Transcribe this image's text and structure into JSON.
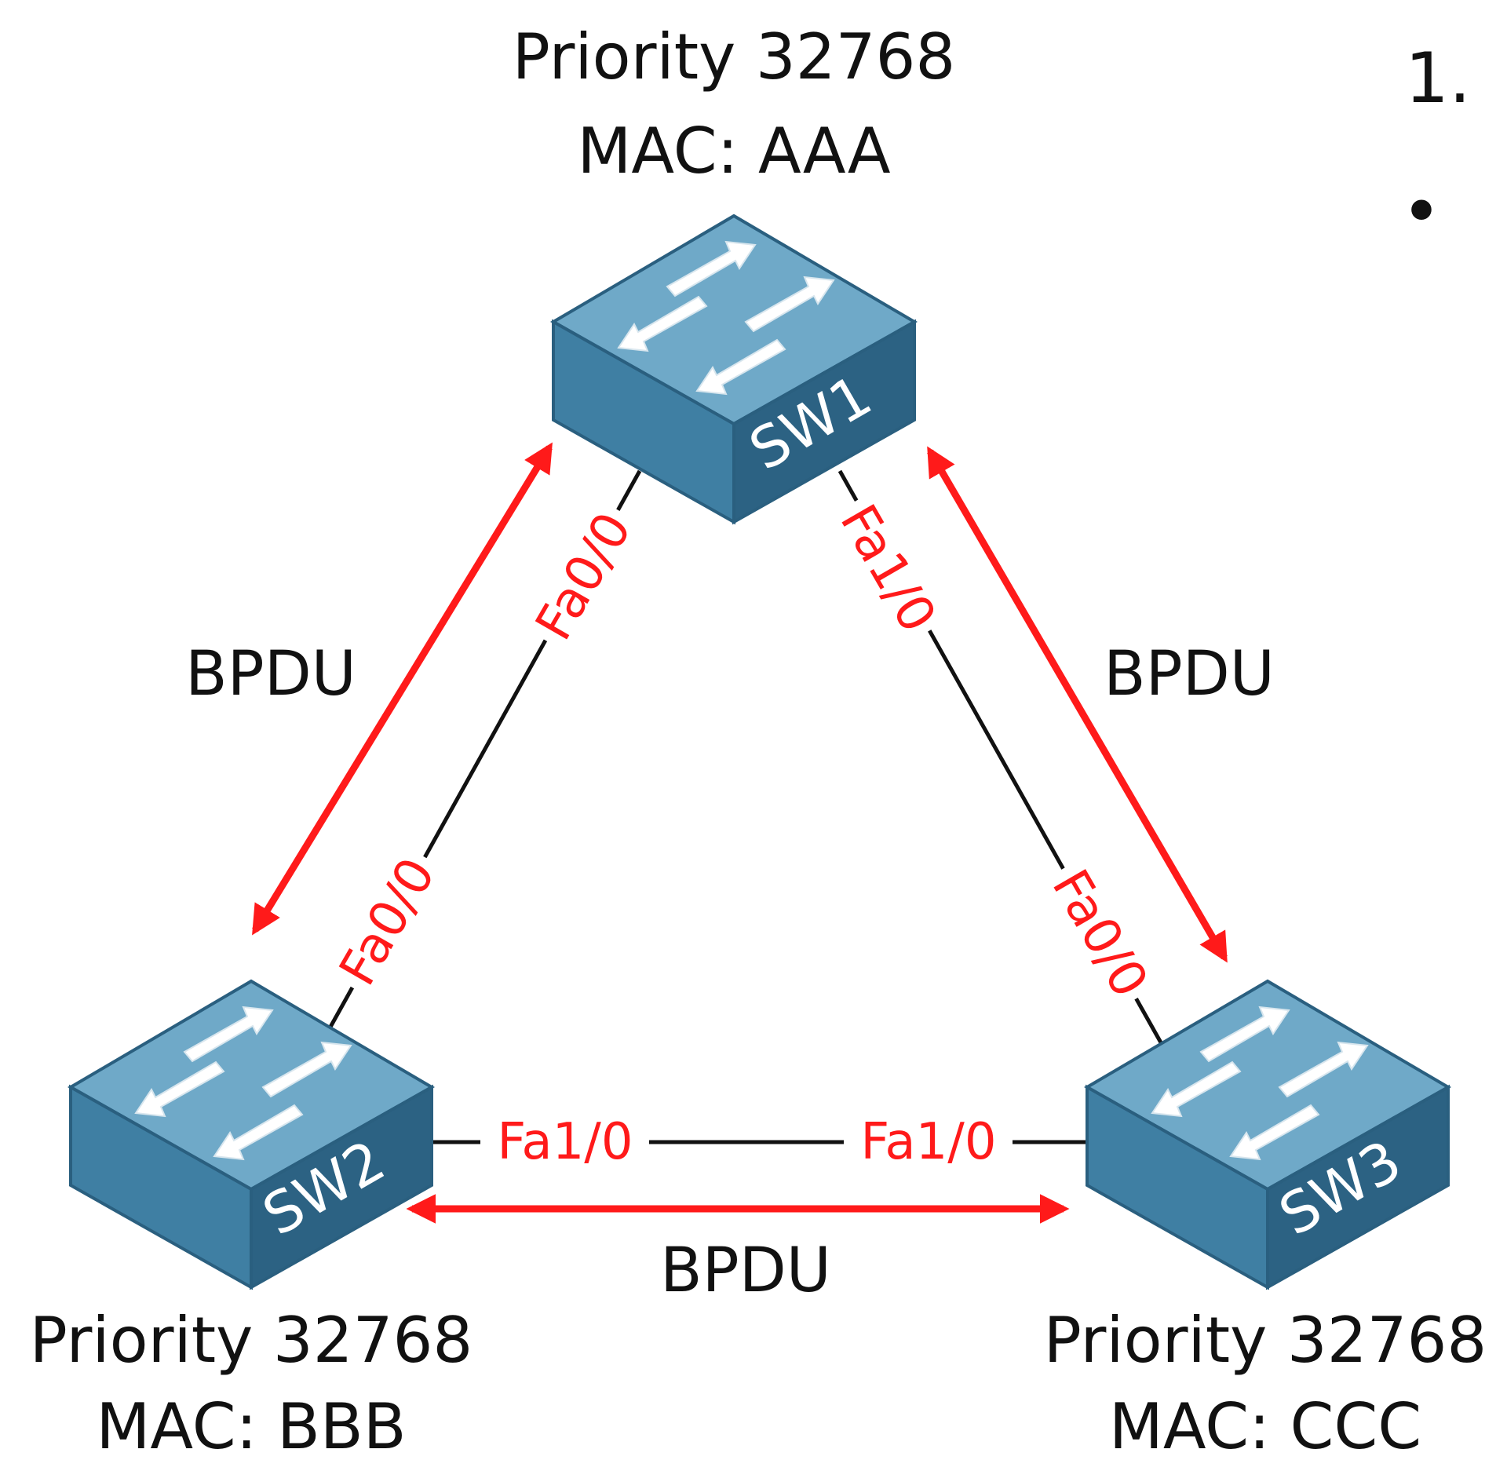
{
  "colors": {
    "link": "#111111",
    "bpdu": "#ff1a1a",
    "port_label": "#ff1a1a",
    "switch_top": "#6fa9c8",
    "switch_front": "#3f7fa3",
    "switch_side": "#2c6283"
  },
  "switches": {
    "sw1": {
      "name": "SW1",
      "priority": "Priority 32768",
      "mac": "MAC: AAA"
    },
    "sw2": {
      "name": "SW2",
      "priority": "Priority 32768",
      "mac": "MAC: BBB"
    },
    "sw3": {
      "name": "SW3",
      "priority": "Priority 32768",
      "mac": "MAC: CCC"
    }
  },
  "ports": {
    "sw1_left": "Fa0/0",
    "sw1_right": "Fa1/0",
    "sw2_up": "Fa0/0",
    "sw2_right": "Fa1/0",
    "sw3_up": "Fa0/0",
    "sw3_left": "Fa1/0"
  },
  "bpdu": {
    "left": "BPDU",
    "right": "BPDU",
    "bottom": "BPDU"
  },
  "side_text": {
    "list_number": "1.",
    "bullet": "•"
  }
}
